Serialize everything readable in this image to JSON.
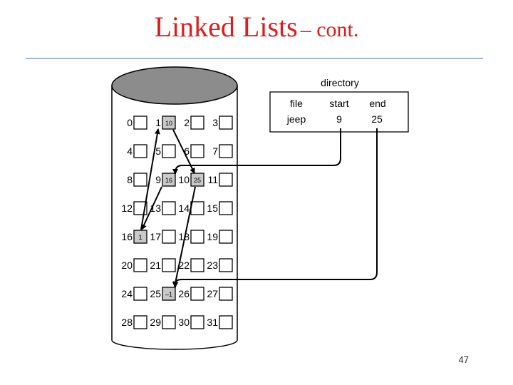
{
  "slide": {
    "title": "Linked Lists",
    "title_suffix": "– cont.",
    "page_number": "47"
  },
  "colors": {
    "title": "#e01b1b",
    "rule": "#9fb7d3",
    "disk_top": "#8c8c8c",
    "highlighted_block": "#c9c9c9"
  },
  "directory": {
    "caption": "directory",
    "columns": [
      "file",
      "start",
      "end"
    ],
    "rows": [
      {
        "file": "jeep",
        "start": "9",
        "end": "25"
      }
    ]
  },
  "disk": {
    "block_numbers": [
      "0",
      "1",
      "2",
      "3",
      "4",
      "5",
      "6",
      "7",
      "8",
      "9",
      "10",
      "11",
      "12",
      "13",
      "14",
      "15",
      "16",
      "17",
      "18",
      "19",
      "20",
      "21",
      "22",
      "23",
      "24",
      "25",
      "26",
      "27",
      "28",
      "29",
      "30",
      "31"
    ],
    "used_blocks": [
      {
        "block": 1,
        "pointer": "10"
      },
      {
        "block": 9,
        "pointer": "16"
      },
      {
        "block": 10,
        "pointer": "25"
      },
      {
        "block": 16,
        "pointer": "1"
      },
      {
        "block": 25,
        "pointer": "–1"
      }
    ],
    "chain": [
      9,
      16,
      1,
      10,
      25
    ]
  }
}
